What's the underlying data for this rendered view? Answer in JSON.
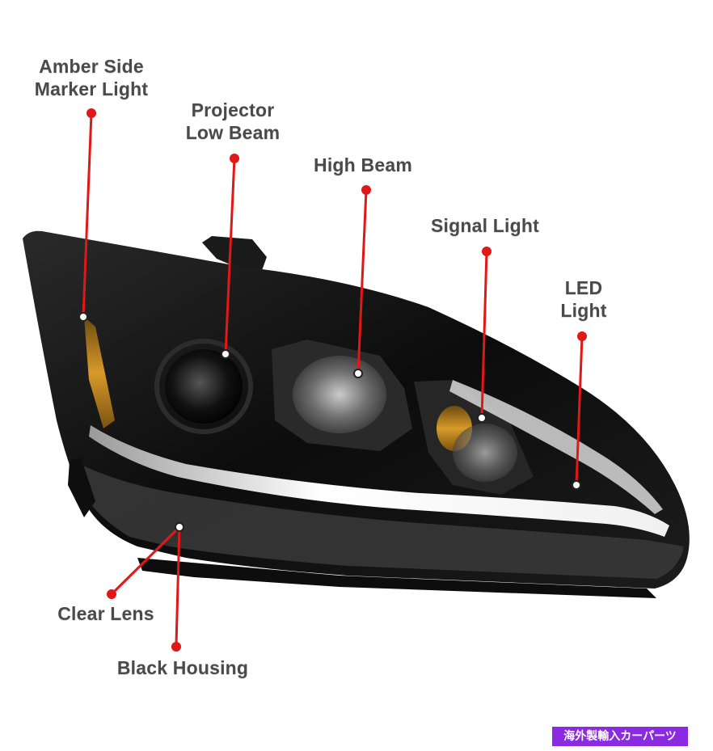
{
  "title": "",
  "callouts": [
    {
      "id": "amber-side-marker",
      "line1": "Amber Side",
      "line2": "Marker Light"
    },
    {
      "id": "projector-low-beam",
      "line1": "Projector",
      "line2": "Low Beam"
    },
    {
      "id": "high-beam",
      "line1": "High Beam",
      "line2": ""
    },
    {
      "id": "signal-light",
      "line1": "Signal Light",
      "line2": ""
    },
    {
      "id": "led-light",
      "line1": "LED",
      "line2": "Light"
    },
    {
      "id": "clear-lens",
      "line1": "Clear Lens",
      "line2": ""
    },
    {
      "id": "black-housing",
      "line1": "Black Housing",
      "line2": ""
    }
  ],
  "badge": "海外製輸入カーパーツ",
  "colors": {
    "callout_line": "#e01818",
    "label_text": "#4a4a4a",
    "housing": "#111111",
    "badge_bg": "#8a2be2"
  }
}
